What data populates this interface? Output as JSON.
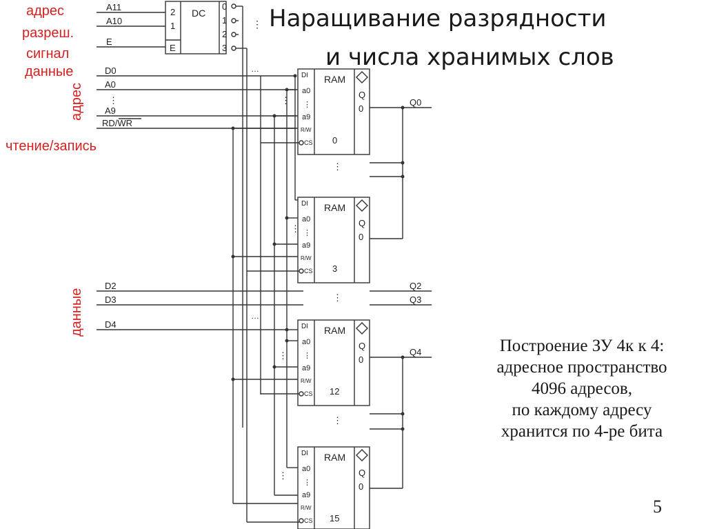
{
  "title": {
    "line1": "Наращивание разрядности",
    "line2": "и числа хранимых слов"
  },
  "side_labels": {
    "address": "адрес",
    "enable": "разреш.",
    "signal": "сигнал",
    "data_top": "данные",
    "address_vertical": "адрес",
    "read_write": "чтение/запись",
    "data_vertical": "данные"
  },
  "signals": {
    "a11": "A11",
    "a10": "A10",
    "e": "E",
    "d0": "D0",
    "a0": "A0",
    "a9": "A9",
    "rdwr": "RD/WR",
    "d2": "D2",
    "d3": "D3",
    "d4": "D4",
    "q0": "Q0",
    "q2": "Q2",
    "q3": "Q3",
    "q4": "Q4"
  },
  "decoder": {
    "label": "DC",
    "inputs": [
      "2",
      "1",
      "E"
    ],
    "outputs": [
      "0",
      "1",
      "2",
      "3"
    ]
  },
  "ram_blocks": [
    {
      "label": "RAM",
      "index": "0",
      "di": "DI",
      "a0": "a0",
      "a9": "a9",
      "rw": "R/W",
      "cs": "CS",
      "q": "Q",
      "q_index": "0"
    },
    {
      "label": "RAM",
      "index": "3",
      "di": "DI",
      "a0": "a0",
      "a9": "a9",
      "rw": "R/W",
      "cs": "CS",
      "q": "Q",
      "q_index": "0"
    },
    {
      "label": "RAM",
      "index": "12",
      "di": "DI",
      "a0": "a0",
      "a9": "a9",
      "rw": "R/W",
      "cs": "CS",
      "q": "Q",
      "q_index": "0"
    },
    {
      "label": "RAM",
      "index": "15",
      "di": "DI",
      "a0": "a0",
      "a9": "a9",
      "rw": "R/W",
      "cs": "CS",
      "q": "Q",
      "q_index": "0"
    }
  ],
  "caption": [
    "Построение ЗУ 4к к 4:",
    "адресное пространство",
    "4096 адресов,",
    "по каждому адресу",
    "хранится по 4-ре бита"
  ],
  "page_number": "5",
  "colors": {
    "accent_red": "#d62020",
    "line": "#333333",
    "text": "#1a1a1a"
  }
}
